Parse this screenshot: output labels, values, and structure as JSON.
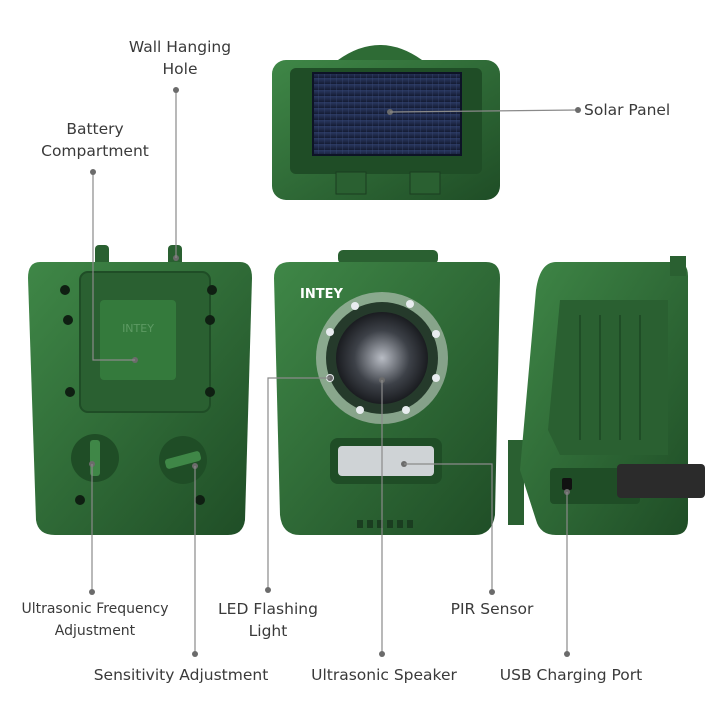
{
  "labels": {
    "wall_hole": [
      "Wall Hanging",
      "Hole"
    ],
    "battery": [
      "Battery",
      "Compartment"
    ],
    "solar": "Solar Panel",
    "freq": [
      "Ultrasonic Frequency",
      "Adjustment"
    ],
    "led": [
      "LED Flashing",
      "Light"
    ],
    "pir": "PIR Sensor",
    "sensitivity": "Sensitivity Adjustment",
    "speaker": "Ultrasonic Speaker",
    "usb": "USB Charging Port"
  },
  "brand": "INTEY",
  "colors": {
    "body": "#2e6b35",
    "body_dark": "#1f4d26",
    "body_light": "#3f8747",
    "panel": "#1e2a4a",
    "line": "#8a8a8a",
    "dot": "#6b6b6b"
  },
  "icons": [
    "solar-panel-icon",
    "speaker-icon",
    "led-ring-icon",
    "pir-sensor-icon",
    "knob-icon",
    "usb-port-icon"
  ]
}
